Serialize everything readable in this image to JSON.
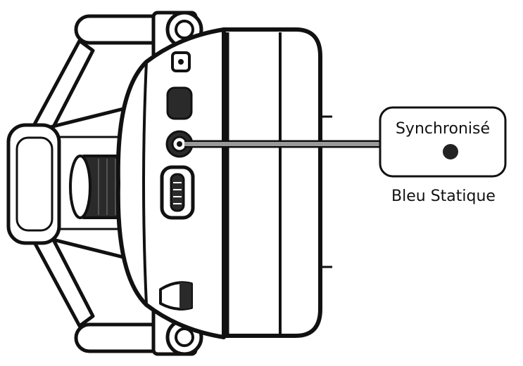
{
  "callout": {
    "box_label": "Synchronisé",
    "caption": "Bleu Statique"
  },
  "indicator": {
    "state": "static",
    "color": "#222222"
  },
  "colors": {
    "outline": "#111111",
    "leader_line": "#9a9a9a",
    "fill_dark": "#2a2a2a",
    "background": "#ffffff"
  }
}
